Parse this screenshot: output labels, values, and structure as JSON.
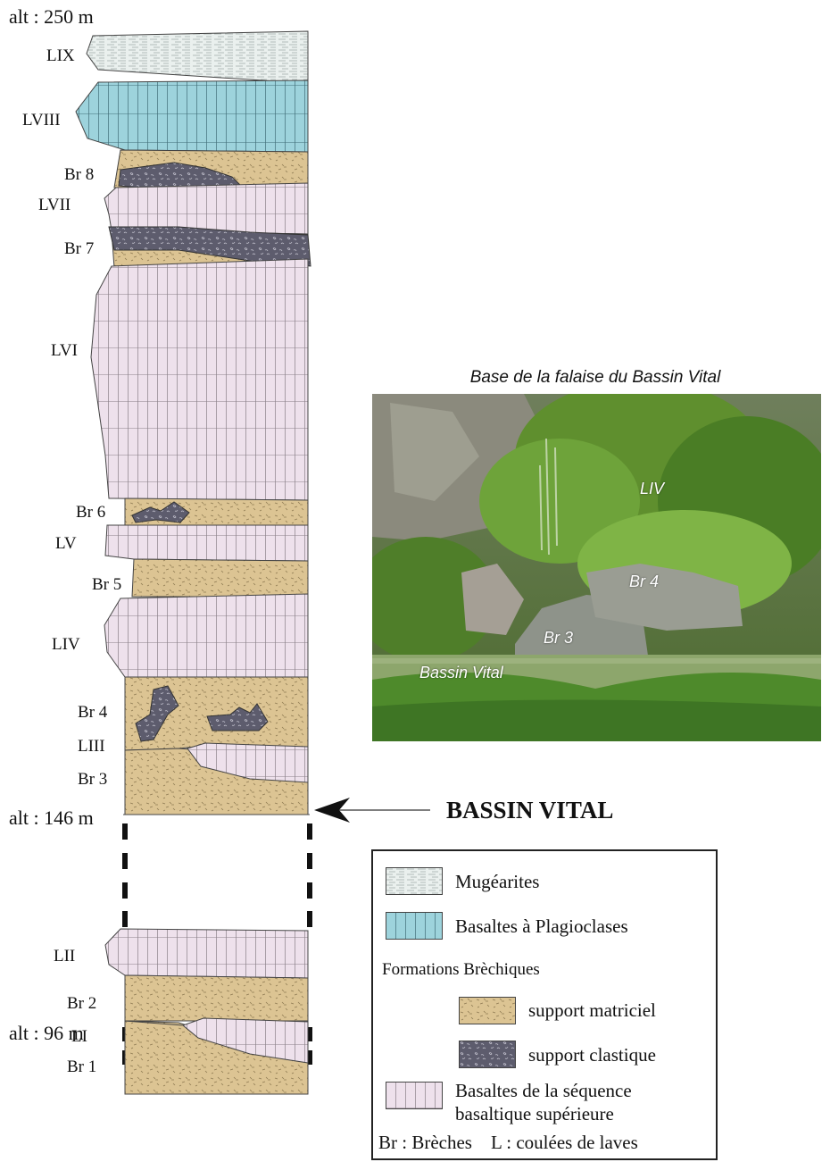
{
  "column": {
    "top_altitude": "alt : 250 m",
    "mid_altitude": "alt : 146 m",
    "bottom_altitude": "alt : 96 m",
    "units": [
      {
        "label": "LIX",
        "lithology": "mugearites"
      },
      {
        "label": "LVIII",
        "lithology": "basaltes-plagioclases"
      },
      {
        "label": "Br 8",
        "lithology": "breche-matriciel-clastique"
      },
      {
        "label": "LVII",
        "lithology": "basaltes-sequence"
      },
      {
        "label": "Br 7",
        "lithology": "breche-matriciel-clastique"
      },
      {
        "label": "LVI",
        "lithology": "basaltes-sequence"
      },
      {
        "label": "Br 6",
        "lithology": "breche-matriciel-clastique"
      },
      {
        "label": "LV",
        "lithology": "basaltes-sequence"
      },
      {
        "label": "Br 5",
        "lithology": "breche-matriciel"
      },
      {
        "label": "LIV",
        "lithology": "basaltes-sequence"
      },
      {
        "label": "Br 4",
        "lithology": "breche-matriciel-clastique"
      },
      {
        "label": "LIII",
        "lithology": "basaltes-sequence"
      },
      {
        "label": "Br 3",
        "lithology": "breche-matriciel"
      },
      {
        "label": "LII",
        "lithology": "basaltes-sequence"
      },
      {
        "label": "Br 2",
        "lithology": "breche-matriciel"
      },
      {
        "label": "LI",
        "lithology": "basaltes-sequence"
      },
      {
        "label": "Br 1",
        "lithology": "breche-matriciel"
      }
    ]
  },
  "photo": {
    "title": "Base de la falaise du Bassin Vital",
    "labels": {
      "liv": "LIV",
      "br4": "Br 4",
      "br3": "Br 3",
      "bassin": "Bassin Vital"
    }
  },
  "pointer": {
    "label": "BASSIN VITAL",
    "icon": "left-arrow-icon"
  },
  "legend": {
    "mugearites": "Mugéarites",
    "plagioclases": "Basaltes à Plagioclases",
    "breccia_heading": "Formations Brèchiques",
    "matriciel": "support matriciel",
    "clastique": "support clastique",
    "basaltes_line1": "Basaltes de la séquence",
    "basaltes_line2": "basaltique supérieure",
    "abbreviations": "Br : Brèches    L : coulées de laves"
  },
  "colors": {
    "tan": "#dcc493",
    "pink": "#eee1ec",
    "teal": "#9dd3dc",
    "mugearite": "#eaf0ee",
    "clast": "#5d5c6d"
  }
}
